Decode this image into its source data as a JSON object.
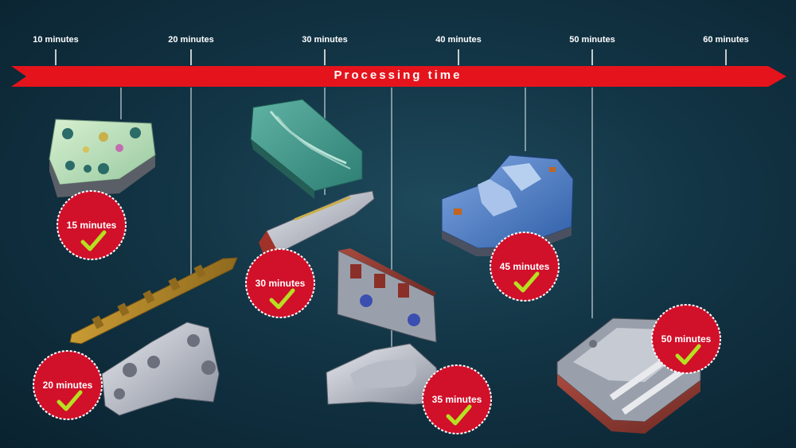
{
  "timeline": {
    "title": "Processing time",
    "ticks": [
      "10 minutes",
      "20 minutes",
      "30 minutes",
      "40 minutes",
      "50 minutes",
      "60 minutes"
    ]
  },
  "parts": [
    {
      "name": "plate-part",
      "time_label": "15 minutes",
      "minutes": 15
    },
    {
      "name": "chain-bracket-part",
      "time_label": "20 minutes",
      "minutes": 20
    },
    {
      "name": "channel-mold-part",
      "time_label": "30 minutes",
      "minutes": 30
    },
    {
      "name": "engine-block-part",
      "time_label": "35 minutes",
      "minutes": 35
    },
    {
      "name": "stepped-block-part",
      "time_label": "45 minutes",
      "minutes": 45
    },
    {
      "name": "frame-mold-part",
      "time_label": "50 minutes",
      "minutes": 50
    }
  ],
  "colors": {
    "arrow": "#e5141c",
    "badge": "#d1102a",
    "check": "#b6e021",
    "tick": "#ffffff",
    "connector": "#c8d4dc"
  },
  "icons": {
    "check": "check-icon"
  }
}
